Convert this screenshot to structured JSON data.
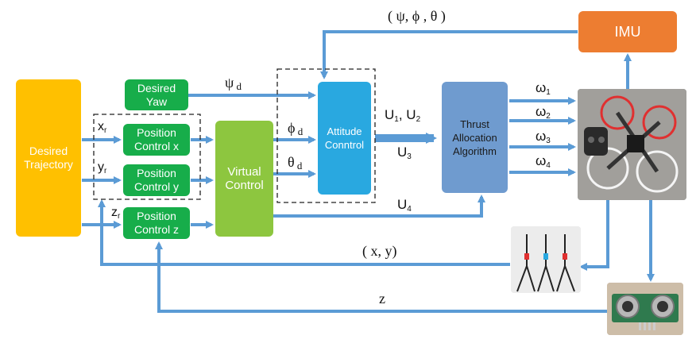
{
  "blocks": {
    "desired_trajectory": "Desired Trajectory",
    "desired_yaw": "Desired Yaw",
    "position_control_x": "Position Control x",
    "position_control_y": "Position Control y",
    "position_control_z": "Position Control z",
    "virtual_control": "Virtual Control",
    "attitude_control": "Attitude Conntrol",
    "thrust_allocation": "Thrust Allocation Algorithm",
    "imu": "IMU"
  },
  "signals": {
    "xr": "x",
    "xr_sub": "r",
    "yr": "y",
    "yr_sub": "r",
    "zr": "z",
    "zr_sub": "r",
    "psi_d": "ψ",
    "psi_d_sub": "d",
    "phi_d": "ϕ",
    "phi_d_sub": "d",
    "theta_d": "θ",
    "theta_d_sub": "d",
    "u12": "U",
    "u12_s1": "1",
    "u12_sep": ", U",
    "u12_s2": "2",
    "u3": "U",
    "u3_sub": "3",
    "u4": "U",
    "u4_sub": "4",
    "w1": "ω",
    "w1_sub": "1",
    "w2": "ω",
    "w2_sub": "2",
    "w3": "ω",
    "w3_sub": "3",
    "w4": "ω",
    "w4_sub": "4",
    "attitude_feedback": "( ψ, ϕ , θ )",
    "xy_feedback": "( x, y)",
    "z_feedback": "z"
  },
  "colors": {
    "arrow": "#5b9bd5",
    "green_dark": "#17ad4a",
    "green_light": "#8dc63f",
    "yellow": "#ffc000",
    "blue": "#29a8e0",
    "steel": "#6f9bcf",
    "orange": "#ed7d31"
  }
}
